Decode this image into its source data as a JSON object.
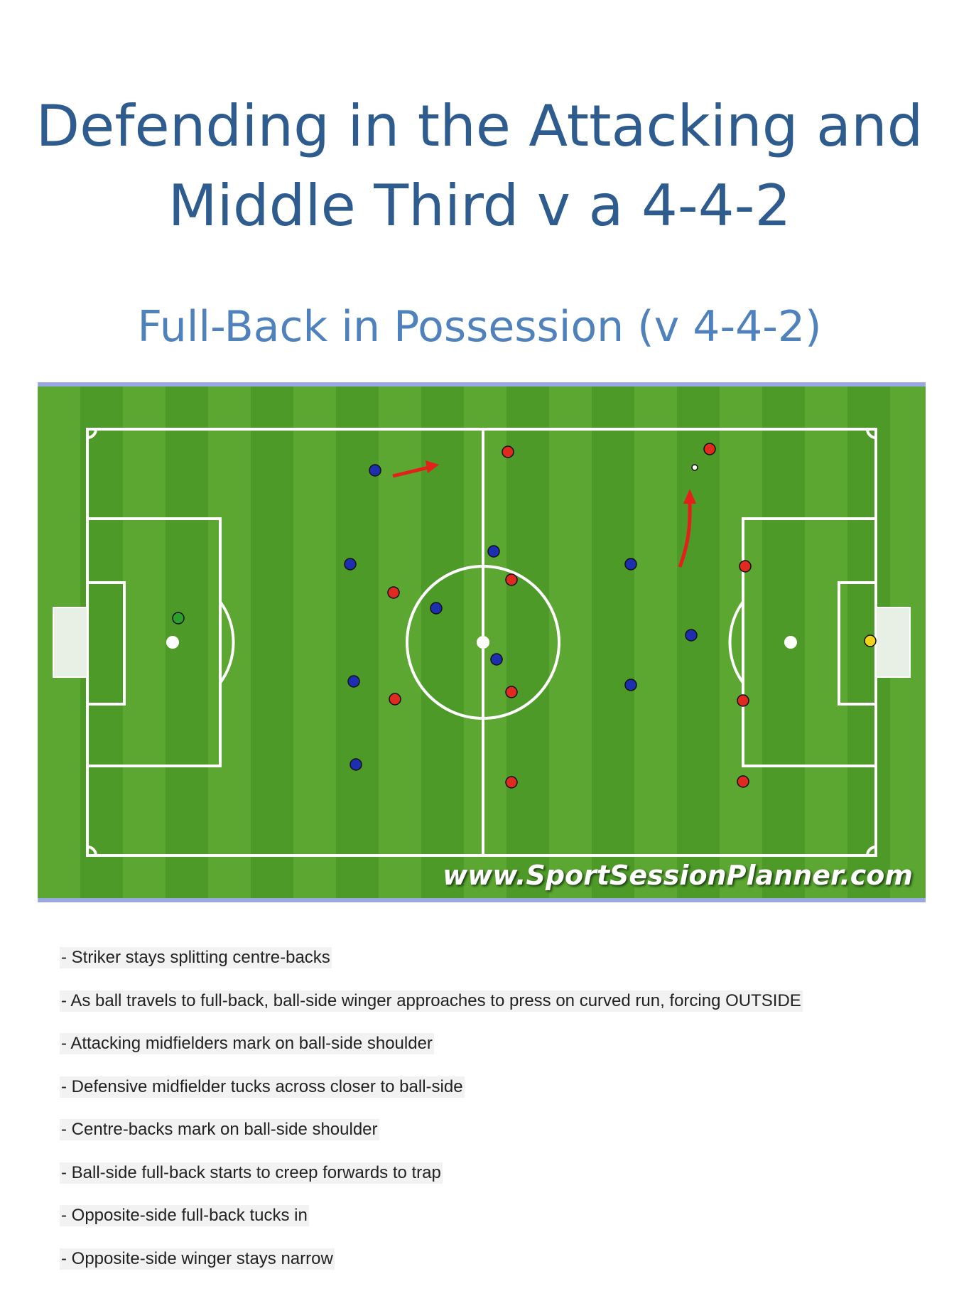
{
  "document": {
    "title_line1": "Defending in the Attacking and",
    "title_line2": "Middle Third v a 4-4-2",
    "subtitle": "Full-Back in Possession (v 4-4-2)"
  },
  "diagram": {
    "watermark": "www.SportSessionPlanner.com",
    "colors": {
      "grass": "#5ca632",
      "line": "#ffffff",
      "blue_team": "#1b2fb0",
      "red_team": "#e02a20",
      "keeper_left": "#2aa02a",
      "keeper_right": "#f2d21a",
      "arrow": "#e3201b"
    }
  },
  "notes": [
    "- Striker stays splitting centre-backs",
    "- As ball travels to full-back, ball-side winger approaches to press on curved run, forcing OUTSIDE",
    "- Attacking midfielders mark on ball-side shoulder",
    "- Defensive midfielder tucks across closer to ball-side",
    "- Centre-backs mark on ball-side shoulder",
    "- Ball-side full-back starts to creep forwards to trap",
    "- Opposite-side full-back tucks in",
    "- Opposite-side winger stays narrow"
  ]
}
